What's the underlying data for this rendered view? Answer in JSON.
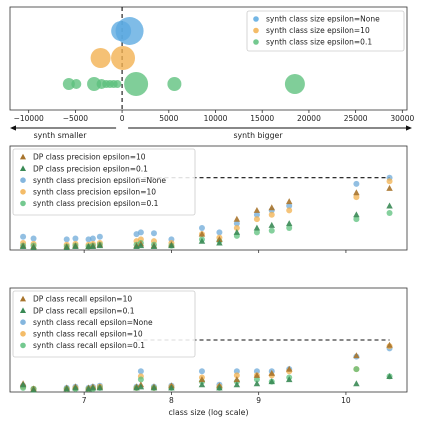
{
  "chart_data": [
    {
      "type": "scatter",
      "xlim": [
        -12000,
        30500
      ],
      "xticks": [
        -10000,
        -5000,
        0,
        5000,
        10000,
        15000,
        20000,
        25000,
        30000
      ],
      "ylevels": [
        "epsilon=None",
        "epsilon=10",
        "epsilon=0.1"
      ],
      "reference_line_x": 0,
      "left_annotation": "synth smaller",
      "right_annotation": "synth bigger",
      "legend_position": "top-right",
      "series": [
        {
          "name": "synth class size epsilon=None",
          "color": "#5ba9e0",
          "level": 0,
          "points": [
            {
              "x": -100,
              "s": 10
            },
            {
              "x": 800,
              "s": 14
            }
          ]
        },
        {
          "name": "synth class size epsilon=10",
          "color": "#f2b04e",
          "level": 1,
          "points": [
            {
              "x": -2300,
              "s": 10
            },
            {
              "x": 100,
              "s": 12
            }
          ]
        },
        {
          "name": "synth class size epsilon=0.1",
          "color": "#5cc07c",
          "level": 2,
          "points": [
            {
              "x": -5700,
              "s": 6
            },
            {
              "x": -4900,
              "s": 5
            },
            {
              "x": -3000,
              "s": 7
            },
            {
              "x": -2200,
              "s": 5
            },
            {
              "x": -1700,
              "s": 4
            },
            {
              "x": -1300,
              "s": 4
            },
            {
              "x": -900,
              "s": 4
            },
            {
              "x": -500,
              "s": 4
            },
            {
              "x": 1500,
              "s": 12
            },
            {
              "x": 5600,
              "s": 7
            },
            {
              "x": 18500,
              "s": 10
            }
          ]
        }
      ]
    },
    {
      "type": "scatter",
      "xlim": [
        6.15,
        10.7
      ],
      "ylim": [
        0,
        1.18
      ],
      "xticks": [
        7,
        8,
        9,
        10
      ],
      "reference_line": {
        "y": 0.82,
        "x_from": 7.6,
        "x_to": 10.5
      },
      "legend_position": "top-left",
      "series": [
        {
          "name": "DP class precision epsilon=10",
          "marker": "triangle",
          "color": "#a8742c",
          "points": [
            [
              6.3,
              0.05
            ],
            [
              6.42,
              0.04
            ],
            [
              6.8,
              0.04
            ],
            [
              6.9,
              0.05
            ],
            [
              7.05,
              0.04
            ],
            [
              7.1,
              0.05
            ],
            [
              7.18,
              0.06
            ],
            [
              7.6,
              0.05
            ],
            [
              7.65,
              0.07
            ],
            [
              7.8,
              0.05
            ],
            [
              8.0,
              0.06
            ],
            [
              8.35,
              0.18
            ],
            [
              8.55,
              0.12
            ],
            [
              8.75,
              0.35
            ],
            [
              8.98,
              0.45
            ],
            [
              9.15,
              0.48
            ],
            [
              9.35,
              0.55
            ],
            [
              10.12,
              0.65
            ],
            [
              10.5,
              0.7
            ]
          ]
        },
        {
          "name": "DP class precision epsilon=0.1",
          "marker": "triangle",
          "color": "#3a8a55",
          "points": [
            [
              6.3,
              0.04
            ],
            [
              6.42,
              0.03
            ],
            [
              6.8,
              0.03
            ],
            [
              6.9,
              0.04
            ],
            [
              7.05,
              0.04
            ],
            [
              7.1,
              0.04
            ],
            [
              7.18,
              0.05
            ],
            [
              7.6,
              0.04
            ],
            [
              7.65,
              0.05
            ],
            [
              7.8,
              0.04
            ],
            [
              8.0,
              0.05
            ],
            [
              8.35,
              0.1
            ],
            [
              8.55,
              0.08
            ],
            [
              8.75,
              0.2
            ],
            [
              8.98,
              0.25
            ],
            [
              9.15,
              0.28
            ],
            [
              9.35,
              0.3
            ],
            [
              10.12,
              0.4
            ],
            [
              10.5,
              0.5
            ]
          ]
        },
        {
          "name": "synth class precision epsilon=None",
          "marker": "circle",
          "color": "#6ea9d8",
          "points": [
            [
              6.3,
              0.15
            ],
            [
              6.42,
              0.13
            ],
            [
              6.8,
              0.12
            ],
            [
              6.9,
              0.13
            ],
            [
              7.05,
              0.12
            ],
            [
              7.1,
              0.13
            ],
            [
              7.18,
              0.15
            ],
            [
              7.6,
              0.18
            ],
            [
              7.65,
              0.2
            ],
            [
              7.8,
              0.19
            ],
            [
              8.0,
              0.12
            ],
            [
              8.35,
              0.25
            ],
            [
              8.55,
              0.2
            ],
            [
              8.75,
              0.3
            ],
            [
              8.98,
              0.4
            ],
            [
              9.15,
              0.45
            ],
            [
              9.35,
              0.5
            ],
            [
              10.12,
              0.75
            ],
            [
              10.5,
              0.82
            ]
          ]
        },
        {
          "name": "synth class precision epsilon=10",
          "marker": "circle",
          "color": "#f2b04e",
          "points": [
            [
              6.3,
              0.08
            ],
            [
              6.42,
              0.07
            ],
            [
              6.8,
              0.06
            ],
            [
              6.9,
              0.07
            ],
            [
              7.05,
              0.06
            ],
            [
              7.1,
              0.07
            ],
            [
              7.18,
              0.08
            ],
            [
              7.6,
              0.1
            ],
            [
              7.65,
              0.12
            ],
            [
              7.8,
              0.1
            ],
            [
              8.0,
              0.08
            ],
            [
              8.35,
              0.18
            ],
            [
              8.55,
              0.14
            ],
            [
              8.75,
              0.25
            ],
            [
              8.98,
              0.35
            ],
            [
              9.15,
              0.4
            ],
            [
              9.35,
              0.45
            ],
            [
              10.12,
              0.6
            ],
            [
              10.5,
              0.78
            ]
          ]
        },
        {
          "name": "synth class precision epsilon=0.1",
          "marker": "circle",
          "color": "#5cc07c",
          "points": [
            [
              6.3,
              0.05
            ],
            [
              6.42,
              0.05
            ],
            [
              6.8,
              0.04
            ],
            [
              6.9,
              0.05
            ],
            [
              7.05,
              0.04
            ],
            [
              7.1,
              0.05
            ],
            [
              7.18,
              0.06
            ],
            [
              7.6,
              0.06
            ],
            [
              7.65,
              0.08
            ],
            [
              7.8,
              0.06
            ],
            [
              8.0,
              0.05
            ],
            [
              8.35,
              0.12
            ],
            [
              8.55,
              0.1
            ],
            [
              8.75,
              0.16
            ],
            [
              8.98,
              0.2
            ],
            [
              9.15,
              0.22
            ],
            [
              9.35,
              0.25
            ],
            [
              10.12,
              0.35
            ],
            [
              10.5,
              0.42
            ]
          ]
        }
      ]
    },
    {
      "type": "scatter",
      "xlim": [
        6.15,
        10.7
      ],
      "ylim": [
        0,
        1.0
      ],
      "xticks": [
        7,
        8,
        9,
        10
      ],
      "xlabel": "class size (log scale)",
      "reference_line": {
        "y": 0.5,
        "x_from": 7.6,
        "x_to": 10.5
      },
      "legend_position": "top-left",
      "series": [
        {
          "name": "DP class recall epsilon=10",
          "marker": "triangle",
          "color": "#a8742c",
          "points": [
            [
              6.3,
              0.08
            ],
            [
              6.42,
              0.03
            ],
            [
              6.8,
              0.04
            ],
            [
              6.9,
              0.05
            ],
            [
              7.05,
              0.04
            ],
            [
              7.1,
              0.05
            ],
            [
              7.18,
              0.05
            ],
            [
              7.6,
              0.05
            ],
            [
              7.65,
              0.07
            ],
            [
              7.8,
              0.05
            ],
            [
              8.0,
              0.06
            ],
            [
              8.35,
              0.12
            ],
            [
              8.55,
              0.06
            ],
            [
              8.75,
              0.12
            ],
            [
              8.98,
              0.16
            ],
            [
              9.15,
              0.18
            ],
            [
              9.35,
              0.22
            ],
            [
              10.12,
              0.35
            ],
            [
              10.5,
              0.45
            ]
          ]
        },
        {
          "name": "DP class recall epsilon=0.1",
          "marker": "triangle",
          "color": "#3a8a55",
          "points": [
            [
              6.3,
              0.07
            ],
            [
              6.42,
              0.02
            ],
            [
              6.8,
              0.03
            ],
            [
              6.9,
              0.04
            ],
            [
              7.05,
              0.03
            ],
            [
              7.1,
              0.04
            ],
            [
              7.18,
              0.04
            ],
            [
              7.6,
              0.04
            ],
            [
              7.65,
              0.05
            ],
            [
              7.8,
              0.04
            ],
            [
              8.0,
              0.04
            ],
            [
              8.35,
              0.07
            ],
            [
              8.55,
              0.04
            ],
            [
              8.75,
              0.07
            ],
            [
              8.98,
              0.08
            ],
            [
              9.15,
              0.1
            ],
            [
              9.35,
              0.12
            ],
            [
              10.12,
              0.08
            ],
            [
              10.5,
              0.15
            ]
          ]
        },
        {
          "name": "synth class recall epsilon=None",
          "marker": "circle",
          "color": "#6ea9d8",
          "points": [
            [
              6.3,
              0.06
            ],
            [
              6.42,
              0.03
            ],
            [
              6.8,
              0.04
            ],
            [
              6.9,
              0.05
            ],
            [
              7.05,
              0.04
            ],
            [
              7.1,
              0.05
            ],
            [
              7.18,
              0.06
            ],
            [
              7.6,
              0.05
            ],
            [
              7.65,
              0.2
            ],
            [
              7.8,
              0.05
            ],
            [
              8.0,
              0.06
            ],
            [
              8.35,
              0.2
            ],
            [
              8.55,
              0.07
            ],
            [
              8.75,
              0.2
            ],
            [
              8.98,
              0.2
            ],
            [
              9.15,
              0.2
            ],
            [
              9.35,
              0.22
            ],
            [
              10.12,
              0.34
            ],
            [
              10.5,
              0.42
            ]
          ]
        },
        {
          "name": "synth class recall epsilon=10",
          "marker": "circle",
          "color": "#f2b04e",
          "points": [
            [
              6.3,
              0.05
            ],
            [
              6.42,
              0.03
            ],
            [
              6.8,
              0.03
            ],
            [
              6.9,
              0.04
            ],
            [
              7.05,
              0.03
            ],
            [
              7.1,
              0.04
            ],
            [
              7.18,
              0.05
            ],
            [
              7.6,
              0.04
            ],
            [
              7.65,
              0.15
            ],
            [
              7.8,
              0.04
            ],
            [
              8.0,
              0.05
            ],
            [
              8.35,
              0.14
            ],
            [
              8.55,
              0.05
            ],
            [
              8.75,
              0.16
            ],
            [
              8.98,
              0.16
            ],
            [
              9.15,
              0.16
            ],
            [
              9.35,
              0.2
            ],
            [
              10.12,
              0.22
            ],
            [
              10.5,
              0.44
            ]
          ]
        },
        {
          "name": "synth class recall epsilon=0.1",
          "marker": "circle",
          "color": "#5cc07c",
          "points": [
            [
              6.3,
              0.04
            ],
            [
              6.42,
              0.03
            ],
            [
              6.8,
              0.03
            ],
            [
              6.9,
              0.03
            ],
            [
              7.05,
              0.03
            ],
            [
              7.1,
              0.03
            ],
            [
              7.18,
              0.04
            ],
            [
              7.6,
              0.04
            ],
            [
              7.65,
              0.12
            ],
            [
              7.8,
              0.04
            ],
            [
              8.0,
              0.04
            ],
            [
              8.35,
              0.1
            ],
            [
              8.55,
              0.04
            ],
            [
              8.75,
              0.1
            ],
            [
              8.98,
              0.12
            ],
            [
              9.15,
              0.1
            ],
            [
              9.35,
              0.14
            ],
            [
              10.12,
              0.22
            ],
            [
              10.5,
              0.15
            ]
          ]
        }
      ]
    }
  ]
}
